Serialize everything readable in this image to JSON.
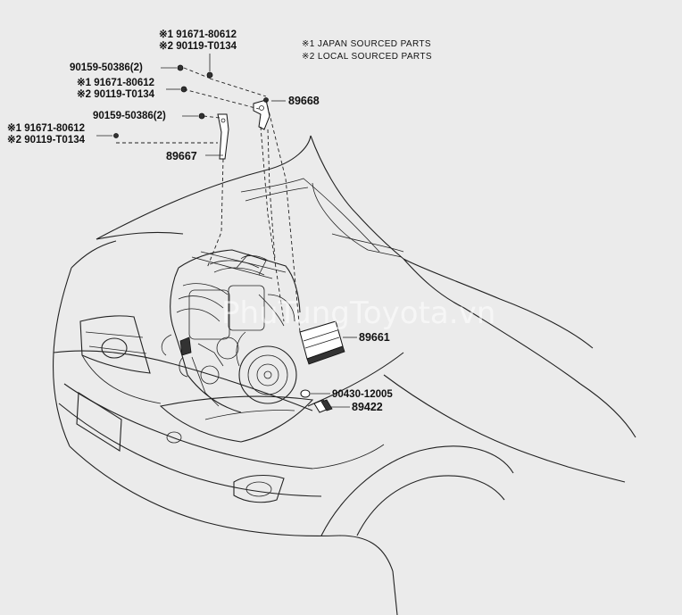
{
  "notes": {
    "note1": "※1 JAPAN SOURCED PARTS",
    "note2": "※2 LOCAL SOURCED PARTS"
  },
  "callouts": {
    "top_marked_1": "※1 91671-80612",
    "top_marked_2": "※2 90119-T0134",
    "top_bolt": "90159-50386(2)",
    "mid_marked_1": "※1 91671-80612",
    "mid_marked_2": "※2 90119-T0134",
    "mid_bolt": "90159-50386(2)",
    "left_marked_1": "※1 91671-80612",
    "left_marked_2": "※2 90119-T0134",
    "bracket_89668": "89668",
    "bracket_89667": "89667",
    "ecu_89661": "89661",
    "gasket_90430": "90430-12005",
    "sensor_89422": "89422"
  },
  "watermark": "PhuTungToyota.vn"
}
